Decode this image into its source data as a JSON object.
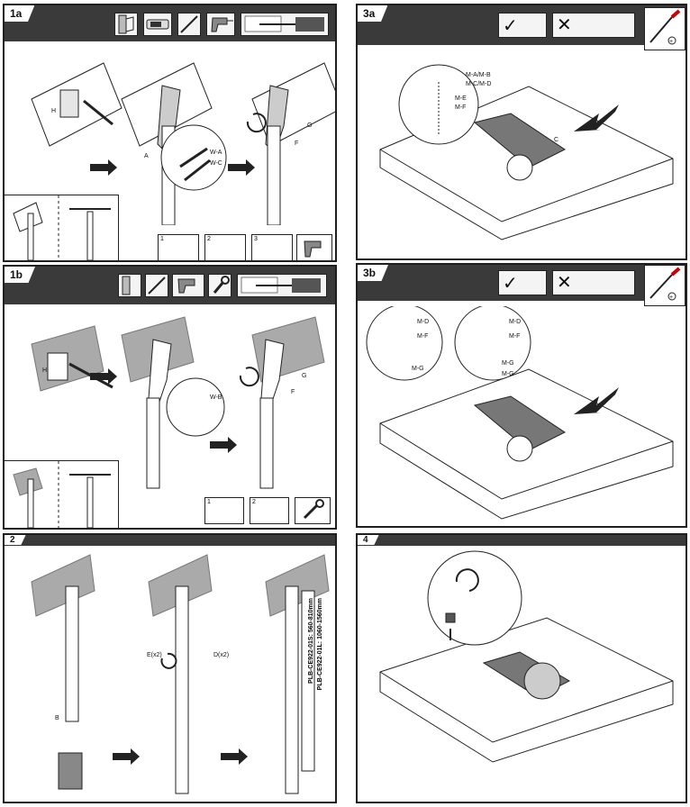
{
  "steps": {
    "s1a": {
      "tag": "1a",
      "labels": {
        "H": "H",
        "A": "A",
        "G": "G",
        "F": "F",
        "WA": "W-A",
        "WC": "W-C"
      },
      "mini_nums": [
        "1",
        "2",
        "3"
      ]
    },
    "s1b": {
      "tag": "1b",
      "labels": {
        "H": "H",
        "G": "G",
        "F": "F",
        "WB": "W-B"
      },
      "mini_nums": [
        "1",
        "2"
      ]
    },
    "s2": {
      "tag": "2",
      "labels": {
        "E": "E(x2)",
        "D": "D(x2)",
        "B": "B"
      },
      "model_lines": [
        "PLB-CE922-01S: 560-810mm",
        "PLB-CE922-01L: 1060-1560mm"
      ]
    },
    "s3a": {
      "tag": "3a",
      "labels": {
        "MAB": "M-A/M-B",
        "MCD": "M-C/M-D",
        "ME": "M-E",
        "MF": "M-F",
        "C": "C"
      },
      "check": "✓",
      "cross": "✕"
    },
    "s3b": {
      "tag": "3b",
      "labels": {
        "MD1": "M-D",
        "MF1": "M-F",
        "MG1": "M-G",
        "MD2": "M-D",
        "MF2": "M-F",
        "MG2": "M-G",
        "MG3": "M-G"
      },
      "check": "✓",
      "cross": "✕"
    },
    "s4": {
      "tag": "4"
    }
  }
}
